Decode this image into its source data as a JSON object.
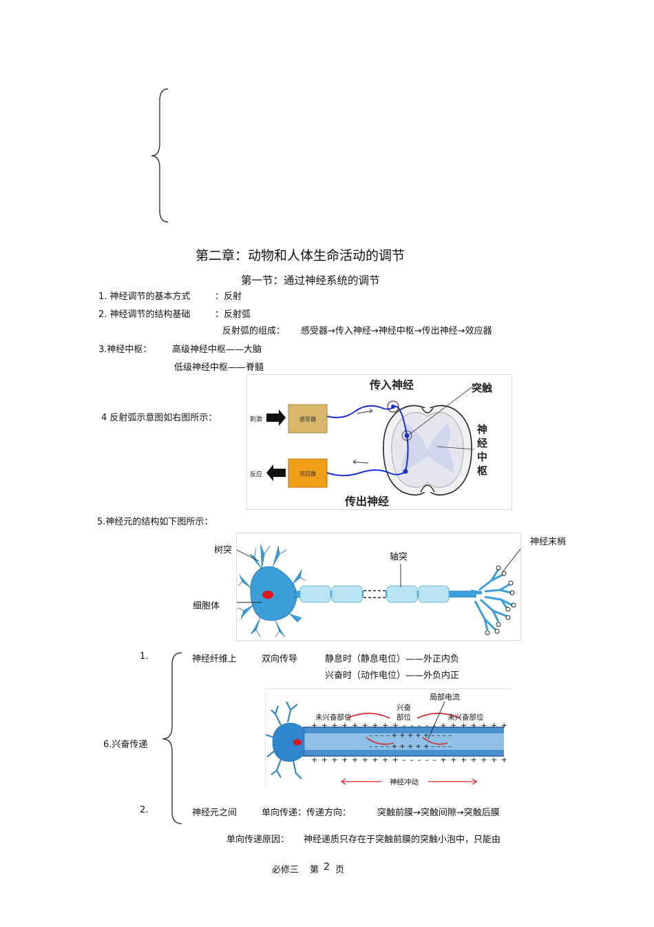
{
  "chapter_title": "第二章：动物和人体生命活动的调节",
  "section_title": "第一节：通过神经系统的调节",
  "items": {
    "item1_label": "1. 神经调节的基本方式",
    "item1_value": "：反射",
    "item2_label": "2. 神经调节的结构基础",
    "item2_value": "：反射弧",
    "item2_sub_label": "反射弧的组成：",
    "item2_sub_value": "感受器→传入神经→神经中枢→传出神经→效应器",
    "item3_label": "3.神经中枢：",
    "item3_high": "高级神经中枢——大脑",
    "item3_low": "低级神经中枢——脊髓",
    "item4_label": "4 反射弧示意图如右图所示：",
    "item5_label": "5.神经元的结构如下图所示：",
    "item6_label": "6.兴奋传递",
    "item6_1_num": "1.",
    "item6_1_head": "神经纤维上",
    "item6_1_mode": "双向传导",
    "item6_1_rest": "静息时（静息电位）——外正内负",
    "item6_1_excite": "兴奋时（动作电位）——外负内正",
    "item6_2_num": "2.",
    "item6_2_head": "神经元之间",
    "item6_2_mode": "单向传递：传递方向：",
    "item6_2_dir": "突触前膜→突触间隙→突触后膜",
    "item6_2_reason_label": "单向传递原因：",
    "item6_2_reason": "神经递质只存在于突触前膜的突触小泡中，只能由"
  },
  "reflex_figure": {
    "stimulus": "刺激",
    "receptor": "感受器",
    "response": "反应",
    "effector": "效应器",
    "afferent": "传入神经",
    "efferent": "传出神经",
    "synapse": "突触",
    "center": [
      "神",
      "经",
      "中",
      "枢"
    ],
    "receptor_color": "#d9b66a",
    "effector_color": "#f3a019",
    "nerve_color": "#1b2fd6"
  },
  "neuron_figure": {
    "dendrite": "树突",
    "axon": "轴突",
    "terminal": "神经末梢",
    "cell_body": "细胞体",
    "neuron_color": "#3c9fd9",
    "myelin_color": "#b9e4f2",
    "nucleus_color": "#e0131c"
  },
  "excitation_figure": {
    "local_current": "局部电流",
    "unexcited_left": "未兴奋部位",
    "excited": [
      "兴奋",
      "部位"
    ],
    "unexcited_right": "未兴奋部位",
    "impulse": "神经冲动",
    "arrow_color": "#d7262b"
  },
  "footer": {
    "course": "必修三",
    "page_prefix": "第",
    "page_num": "2",
    "page_suffix": "页"
  }
}
